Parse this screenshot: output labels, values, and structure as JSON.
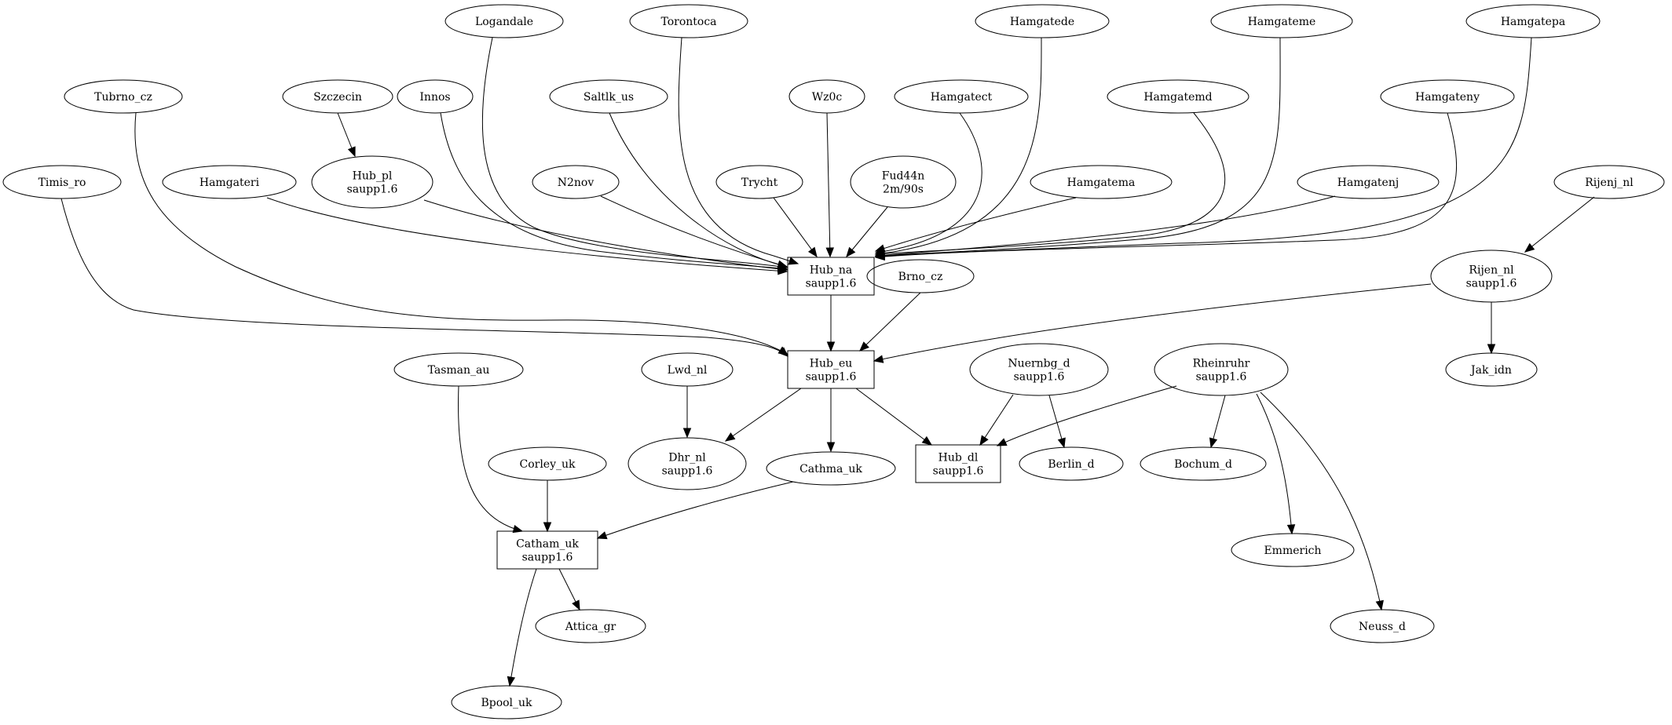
{
  "nodes": [
    {
      "id": "Logandale",
      "lines": [
        "Logandale"
      ],
      "shape": "ellipse"
    },
    {
      "id": "Torontoca",
      "lines": [
        "Torontoca"
      ],
      "shape": "ellipse"
    },
    {
      "id": "Hamgatede",
      "lines": [
        "Hamgatede"
      ],
      "shape": "ellipse"
    },
    {
      "id": "Hamgateme",
      "lines": [
        "Hamgateme"
      ],
      "shape": "ellipse"
    },
    {
      "id": "Hamgatepa",
      "lines": [
        "Hamgatepa"
      ],
      "shape": "ellipse"
    },
    {
      "id": "Tubrno_cz",
      "lines": [
        "Tubrno_cz"
      ],
      "shape": "ellipse"
    },
    {
      "id": "Szczecin",
      "lines": [
        "Szczecin"
      ],
      "shape": "ellipse"
    },
    {
      "id": "Innos",
      "lines": [
        "Innos"
      ],
      "shape": "ellipse"
    },
    {
      "id": "Saltlk_us",
      "lines": [
        "Saltlk_us"
      ],
      "shape": "ellipse"
    },
    {
      "id": "Wz0c",
      "lines": [
        "Wz0c"
      ],
      "shape": "ellipse"
    },
    {
      "id": "Hamgatect",
      "lines": [
        "Hamgatect"
      ],
      "shape": "ellipse"
    },
    {
      "id": "Hamgatemd",
      "lines": [
        "Hamgatemd"
      ],
      "shape": "ellipse"
    },
    {
      "id": "Hamgateny",
      "lines": [
        "Hamgateny"
      ],
      "shape": "ellipse"
    },
    {
      "id": "Timis_ro",
      "lines": [
        "Timis_ro"
      ],
      "shape": "ellipse"
    },
    {
      "id": "Hamgateri",
      "lines": [
        "Hamgateri"
      ],
      "shape": "ellipse"
    },
    {
      "id": "Hub_pl",
      "lines": [
        "Hub_pl",
        "saupp1.6"
      ],
      "shape": "ellipse"
    },
    {
      "id": "N2nov",
      "lines": [
        "N2nov"
      ],
      "shape": "ellipse"
    },
    {
      "id": "Trycht",
      "lines": [
        "Trycht"
      ],
      "shape": "ellipse"
    },
    {
      "id": "Fud44n",
      "lines": [
        "Fud44n",
        "2m/90s"
      ],
      "shape": "ellipse"
    },
    {
      "id": "Hamgatema",
      "lines": [
        "Hamgatema"
      ],
      "shape": "ellipse"
    },
    {
      "id": "Hamgatenj",
      "lines": [
        "Hamgatenj"
      ],
      "shape": "ellipse"
    },
    {
      "id": "Rijenj_nl",
      "lines": [
        "Rijenj_nl"
      ],
      "shape": "ellipse"
    },
    {
      "id": "Hub_na",
      "lines": [
        "Hub_na",
        "saupp1.6"
      ],
      "shape": "box"
    },
    {
      "id": "Brno_cz",
      "lines": [
        "Brno_cz"
      ],
      "shape": "ellipse"
    },
    {
      "id": "Rijen_nl",
      "lines": [
        "Rijen_nl",
        "saupp1.6"
      ],
      "shape": "ellipse"
    },
    {
      "id": "Hub_eu",
      "lines": [
        "Hub_eu",
        "saupp1.6"
      ],
      "shape": "box"
    },
    {
      "id": "Tasman_au",
      "lines": [
        "Tasman_au"
      ],
      "shape": "ellipse"
    },
    {
      "id": "Lwd_nl",
      "lines": [
        "Lwd_nl"
      ],
      "shape": "ellipse"
    },
    {
      "id": "Nuernbg_d",
      "lines": [
        "Nuernbg_d",
        "saupp1.6"
      ],
      "shape": "ellipse"
    },
    {
      "id": "Rheinruhr",
      "lines": [
        "Rheinruhr",
        "saupp1.6"
      ],
      "shape": "ellipse"
    },
    {
      "id": "Jak_idn",
      "lines": [
        "Jak_idn"
      ],
      "shape": "ellipse"
    },
    {
      "id": "Corley_uk",
      "lines": [
        "Corley_uk"
      ],
      "shape": "ellipse"
    },
    {
      "id": "Dhr_nl",
      "lines": [
        "Dhr_nl",
        "saupp1.6"
      ],
      "shape": "ellipse"
    },
    {
      "id": "Cathma_uk",
      "lines": [
        "Cathma_uk"
      ],
      "shape": "ellipse"
    },
    {
      "id": "Hub_dl",
      "lines": [
        "Hub_dl",
        "saupp1.6"
      ],
      "shape": "box"
    },
    {
      "id": "Berlin_d",
      "lines": [
        "Berlin_d"
      ],
      "shape": "ellipse"
    },
    {
      "id": "Bochum_d",
      "lines": [
        "Bochum_d"
      ],
      "shape": "ellipse"
    },
    {
      "id": "Catham_uk",
      "lines": [
        "Catham_uk",
        "saupp1.6"
      ],
      "shape": "box"
    },
    {
      "id": "Emmerich",
      "lines": [
        "Emmerich"
      ],
      "shape": "ellipse"
    },
    {
      "id": "Attica_gr",
      "lines": [
        "Attica_gr"
      ],
      "shape": "ellipse"
    },
    {
      "id": "Neuss_d",
      "lines": [
        "Neuss_d"
      ],
      "shape": "ellipse"
    },
    {
      "id": "Bpool_uk",
      "lines": [
        "Bpool_uk"
      ],
      "shape": "ellipse"
    }
  ],
  "edges": [
    {
      "from": "Logandale",
      "to": "Hub_na"
    },
    {
      "from": "Torontoca",
      "to": "Hub_na"
    },
    {
      "from": "Hamgatede",
      "to": "Hub_na"
    },
    {
      "from": "Hamgateme",
      "to": "Hub_na"
    },
    {
      "from": "Hamgatepa",
      "to": "Hub_na"
    },
    {
      "from": "Innos",
      "to": "Hub_na"
    },
    {
      "from": "Saltlk_us",
      "to": "Hub_na"
    },
    {
      "from": "Wz0c",
      "to": "Hub_na"
    },
    {
      "from": "Hamgatect",
      "to": "Hub_na"
    },
    {
      "from": "Hamgatemd",
      "to": "Hub_na"
    },
    {
      "from": "Hamgateny",
      "to": "Hub_na"
    },
    {
      "from": "Hamgateri",
      "to": "Hub_na"
    },
    {
      "from": "Hub_pl",
      "to": "Hub_na"
    },
    {
      "from": "N2nov",
      "to": "Hub_na"
    },
    {
      "from": "Trycht",
      "to": "Hub_na"
    },
    {
      "from": "Fud44n",
      "to": "Hub_na"
    },
    {
      "from": "Hamgatema",
      "to": "Hub_na"
    },
    {
      "from": "Hamgatenj",
      "to": "Hub_na"
    },
    {
      "from": "Szczecin",
      "to": "Hub_pl"
    },
    {
      "from": "Rijenj_nl",
      "to": "Rijen_nl"
    },
    {
      "from": "Tubrno_cz",
      "to": "Hub_eu"
    },
    {
      "from": "Timis_ro",
      "to": "Hub_eu"
    },
    {
      "from": "Hub_na",
      "to": "Hub_eu"
    },
    {
      "from": "Brno_cz",
      "to": "Hub_eu"
    },
    {
      "from": "Rijen_nl",
      "to": "Hub_eu"
    },
    {
      "from": "Rijen_nl",
      "to": "Jak_idn"
    },
    {
      "from": "Hub_eu",
      "to": "Dhr_nl"
    },
    {
      "from": "Hub_eu",
      "to": "Cathma_uk"
    },
    {
      "from": "Hub_eu",
      "to": "Hub_dl"
    },
    {
      "from": "Lwd_nl",
      "to": "Dhr_nl"
    },
    {
      "from": "Nuernbg_d",
      "to": "Hub_dl"
    },
    {
      "from": "Nuernbg_d",
      "to": "Berlin_d"
    },
    {
      "from": "Rheinruhr",
      "to": "Hub_dl"
    },
    {
      "from": "Rheinruhr",
      "to": "Bochum_d"
    },
    {
      "from": "Rheinruhr",
      "to": "Emmerich"
    },
    {
      "from": "Rheinruhr",
      "to": "Neuss_d"
    },
    {
      "from": "Tasman_au",
      "to": "Catham_uk"
    },
    {
      "from": "Corley_uk",
      "to": "Catham_uk"
    },
    {
      "from": "Cathma_uk",
      "to": "Catham_uk"
    },
    {
      "from": "Catham_uk",
      "to": "Attica_gr"
    },
    {
      "from": "Catham_uk",
      "to": "Bpool_uk"
    }
  ]
}
